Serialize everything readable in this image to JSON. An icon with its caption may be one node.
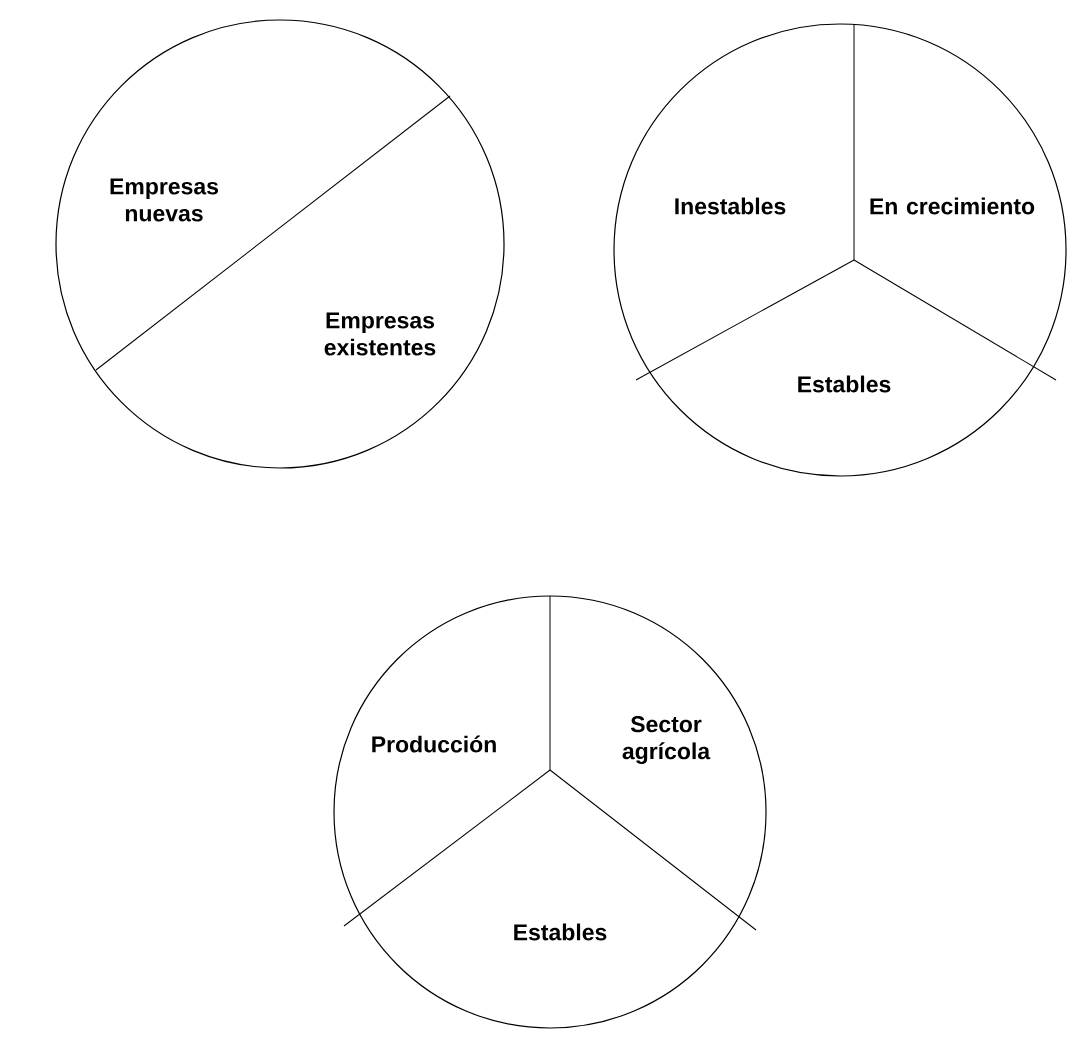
{
  "diagram": {
    "nodes": [
      {
        "text": [],
        "shape": "circle"
      },
      {
        "text": [
          "Empresas nuevas"
        ],
        "in": 0
      },
      {
        "text": [
          "Empresas existentes"
        ],
        "in": 0
      },
      {
        "text": [],
        "shape": "circle"
      },
      {
        "text": [
          "Inestables"
        ],
        "in": 3
      },
      {
        "text": [
          "En crecimiento"
        ],
        "in": 3
      },
      {
        "text": [
          "Estables"
        ],
        "in": 3
      },
      {
        "text": [],
        "shape": "circle"
      },
      {
        "text": [
          "Producción"
        ],
        "in": 7
      },
      {
        "text": [
          "Sector agrícola"
        ],
        "in": 7
      },
      {
        "text": [
          "Estables"
        ],
        "in": 7
      }
    ]
  }
}
